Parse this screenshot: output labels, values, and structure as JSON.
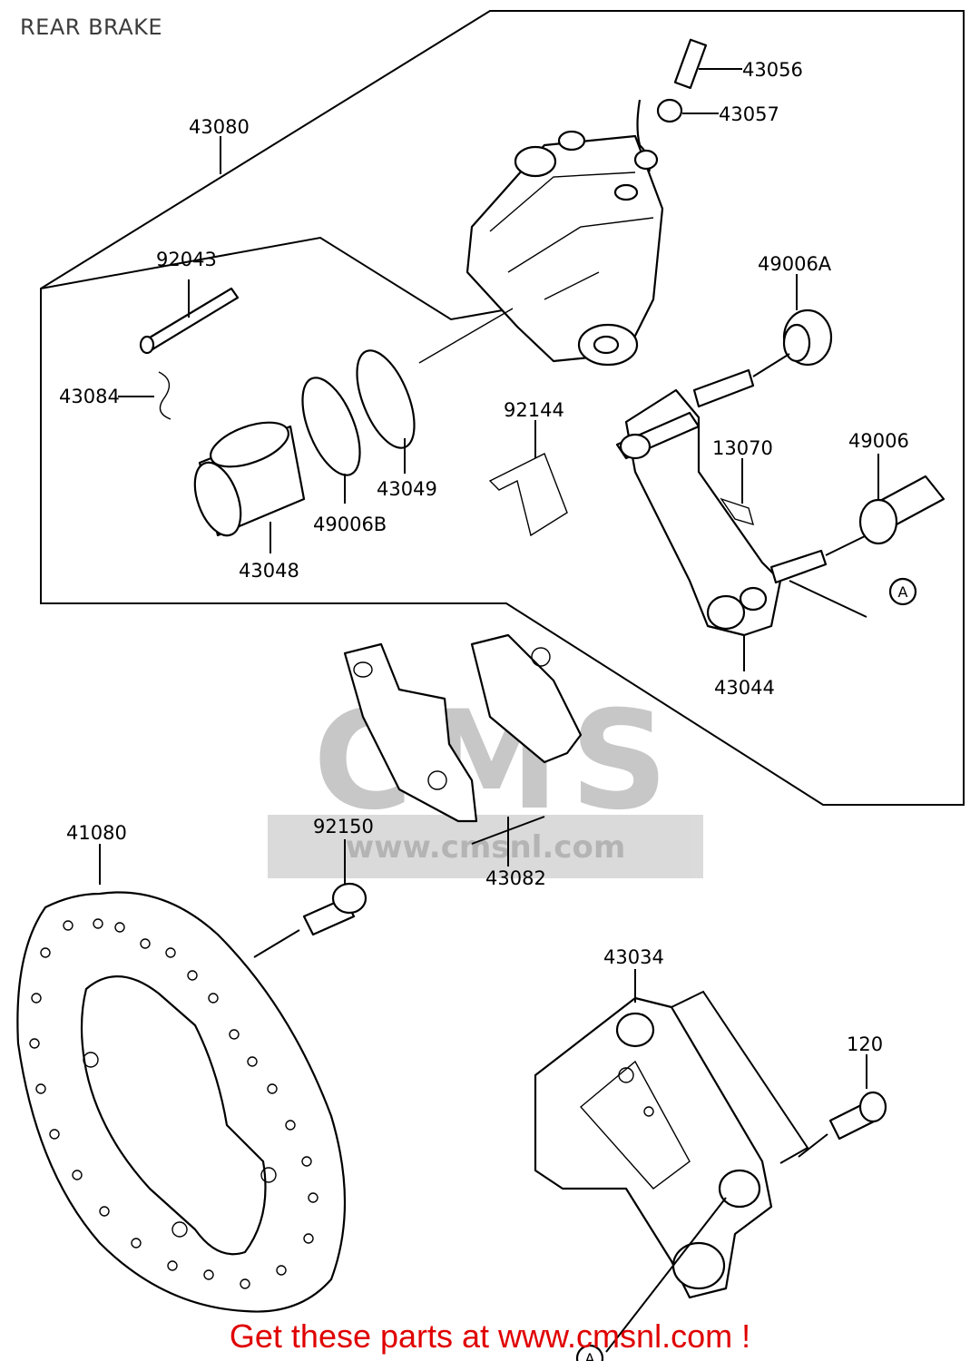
{
  "page": {
    "title": "REAR BRAKE"
  },
  "parts": {
    "p43056": "43056",
    "p43057": "43057",
    "p43080": "43080",
    "p92043": "92043",
    "p49006A": "49006A",
    "p43084": "43084",
    "p92144": "92144",
    "p13070": "13070",
    "p49006": "49006",
    "p43049": "43049",
    "p49006B": "49006B",
    "p43048": "43048",
    "p43044": "43044",
    "p41080": "41080",
    "p92150": "92150",
    "p43082": "43082",
    "p43034": "43034",
    "p120": "120"
  },
  "refs": {
    "a1": "A",
    "a2": "A"
  },
  "watermark": {
    "text": "CMS",
    "url": "www.cmsnl.com"
  },
  "footer": {
    "promo": "Get these parts at www.cmsnl.com !"
  },
  "colors": {
    "promo": "#e00000",
    "watermark": "#9a9a9a"
  }
}
